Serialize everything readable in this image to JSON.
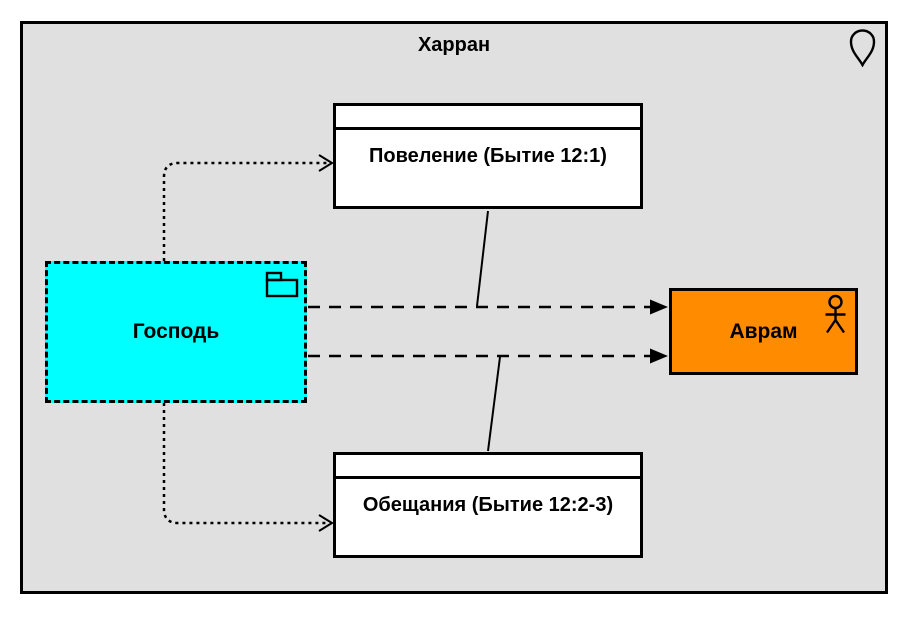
{
  "region": {
    "title": "Харран",
    "fill": "#e0e0e0",
    "border_color": "#000000",
    "icon": "location-pin-icon"
  },
  "nodes": {
    "gospod": {
      "label": "Господь",
      "fill": "#00ffff",
      "border_style": "dashed",
      "icon": "folder-icon"
    },
    "povelenie": {
      "label": "Повеление (Бытие 12:1)",
      "fill": "#ffffff",
      "border_style": "solid",
      "has_header_strip": true
    },
    "obeshchaniya": {
      "label": "Обещания (Бытие 12:2-3)",
      "fill": "#ffffff",
      "border_style": "solid",
      "has_header_strip": true
    },
    "avram": {
      "label": "Аврам",
      "fill": "#ff8c00",
      "border_style": "solid",
      "icon": "actor-icon"
    }
  },
  "edges": [
    {
      "from": "Господь",
      "to": "Повеление (Бытие 12:1)",
      "line": "dotted",
      "arrowhead": "open"
    },
    {
      "from": "Господь",
      "to": "Обещания (Бытие 12:2-3)",
      "line": "dotted",
      "arrowhead": "open"
    },
    {
      "from": "Господь",
      "to": "Аврам",
      "line": "dashed",
      "arrowhead": "filled",
      "attached_note": "Повеление (Бытие 12:1)"
    },
    {
      "from": "Господь",
      "to": "Аврам",
      "line": "dashed",
      "arrowhead": "filled",
      "attached_note": "Обещания (Бытие 12:2-3)"
    }
  ],
  "line_color": "#000000"
}
